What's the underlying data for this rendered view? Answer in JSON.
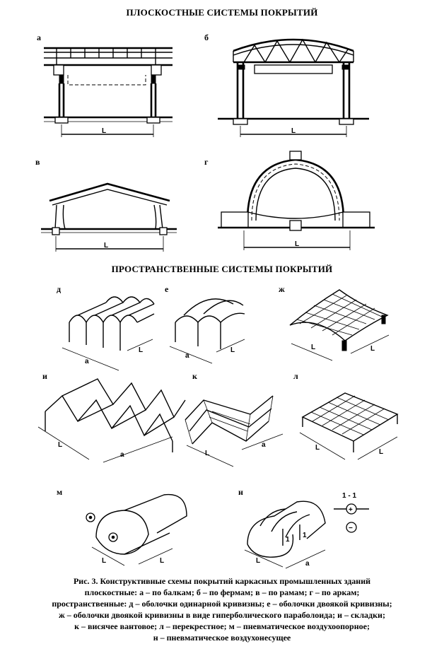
{
  "headings": {
    "planar": "ПЛОСКОСТНЫЕ СИСТЕМЫ ПОКРЫТИЙ",
    "spatial": "ПРОСТРАНСТВЕННЫЕ СИСТЕМЫ ПОКРЫТИЙ"
  },
  "panels": {
    "a": "а",
    "b": "б",
    "v": "в",
    "g": "г",
    "d": "д",
    "e": "е",
    "zh": "ж",
    "i": "и",
    "k": "к",
    "l": "л",
    "m": "м",
    "n": "н"
  },
  "dims": {
    "span": "L",
    "module": "a",
    "section": "1 - 1",
    "section_mark": "1",
    "plus": "+",
    "minus": "−"
  },
  "caption": {
    "line1": "Рис. 3. Конструктивные схемы покрытий каркасных промышленных зданий",
    "line2": "плоскостные: а – по балкам; б – по фермам; в – по рамам; г – по аркам;",
    "line3": "пространственные: д – оболочки одинарной кривизны; е – оболочки двоякой кривизны;",
    "line4": "ж – оболочки двоякой кривизны в виде гиперболического параболоида; и – складки;",
    "line5": "к – висячее вантовое; л – перекрестное; м – пневматическое воздухоопорное;",
    "line6": "н – пневматическое воздухонесущее"
  }
}
